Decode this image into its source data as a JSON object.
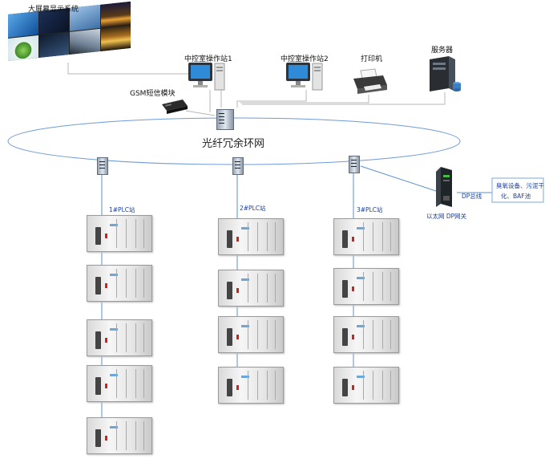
{
  "labels": {
    "video_wall": "大屏幕显示系统",
    "station1": "中控室操作站1",
    "station2": "中控室操作站2",
    "printer": "打印机",
    "server": "服务器",
    "gsm": "GSM短信模块",
    "ring": "光纤冗余环网",
    "plc1": "1#PLC站",
    "plc2": "2#PLC站",
    "plc3": "3#PLC站",
    "dp_bus": "DP总线",
    "gateway": "以太网 DP网关",
    "equipment_line1": "臭氧设备、污泥干",
    "equipment_line2": "化、BAF池"
  },
  "colors": {
    "link": "#5b8fd4",
    "ring": "#6f9bd8",
    "equipment_border": "#7ea7e0",
    "label_blue": "#1a3f9a"
  },
  "icons": {
    "video_wall": "video-wall-icon",
    "workstation": "desktop-computer-icon",
    "printer": "printer-icon",
    "server": "server-tower-icon",
    "gsm": "gsm-modem-icon",
    "switch": "network-switch-icon",
    "plc": "plc-rack-icon",
    "gateway": "dp-gateway-icon"
  },
  "plc_columns": [
    {
      "label_key": "plc1",
      "rack_count": 5
    },
    {
      "label_key": "plc2",
      "rack_count": 4
    },
    {
      "label_key": "plc3",
      "rack_count": 4
    }
  ]
}
